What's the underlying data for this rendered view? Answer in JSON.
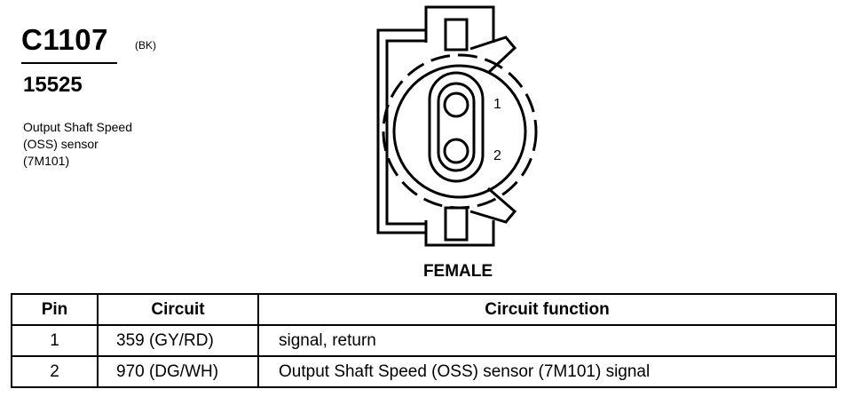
{
  "connector": {
    "id": "C1107",
    "color_code": "(BK)",
    "part_number": "15525",
    "description_lines": [
      "Output Shaft Speed",
      "(OSS) sensor",
      "(7M101)"
    ]
  },
  "diagram": {
    "pin_labels": [
      "1",
      "2"
    ],
    "gender": "FEMALE"
  },
  "table": {
    "headers": [
      "Pin",
      "Circuit",
      "Circuit function"
    ],
    "rows": [
      {
        "pin": "1",
        "circuit": "359 (GY/RD)",
        "function": "signal, return"
      },
      {
        "pin": "2",
        "circuit": "970 (DG/WH)",
        "function": "Output Shaft Speed (OSS) sensor (7M101) signal"
      }
    ]
  }
}
